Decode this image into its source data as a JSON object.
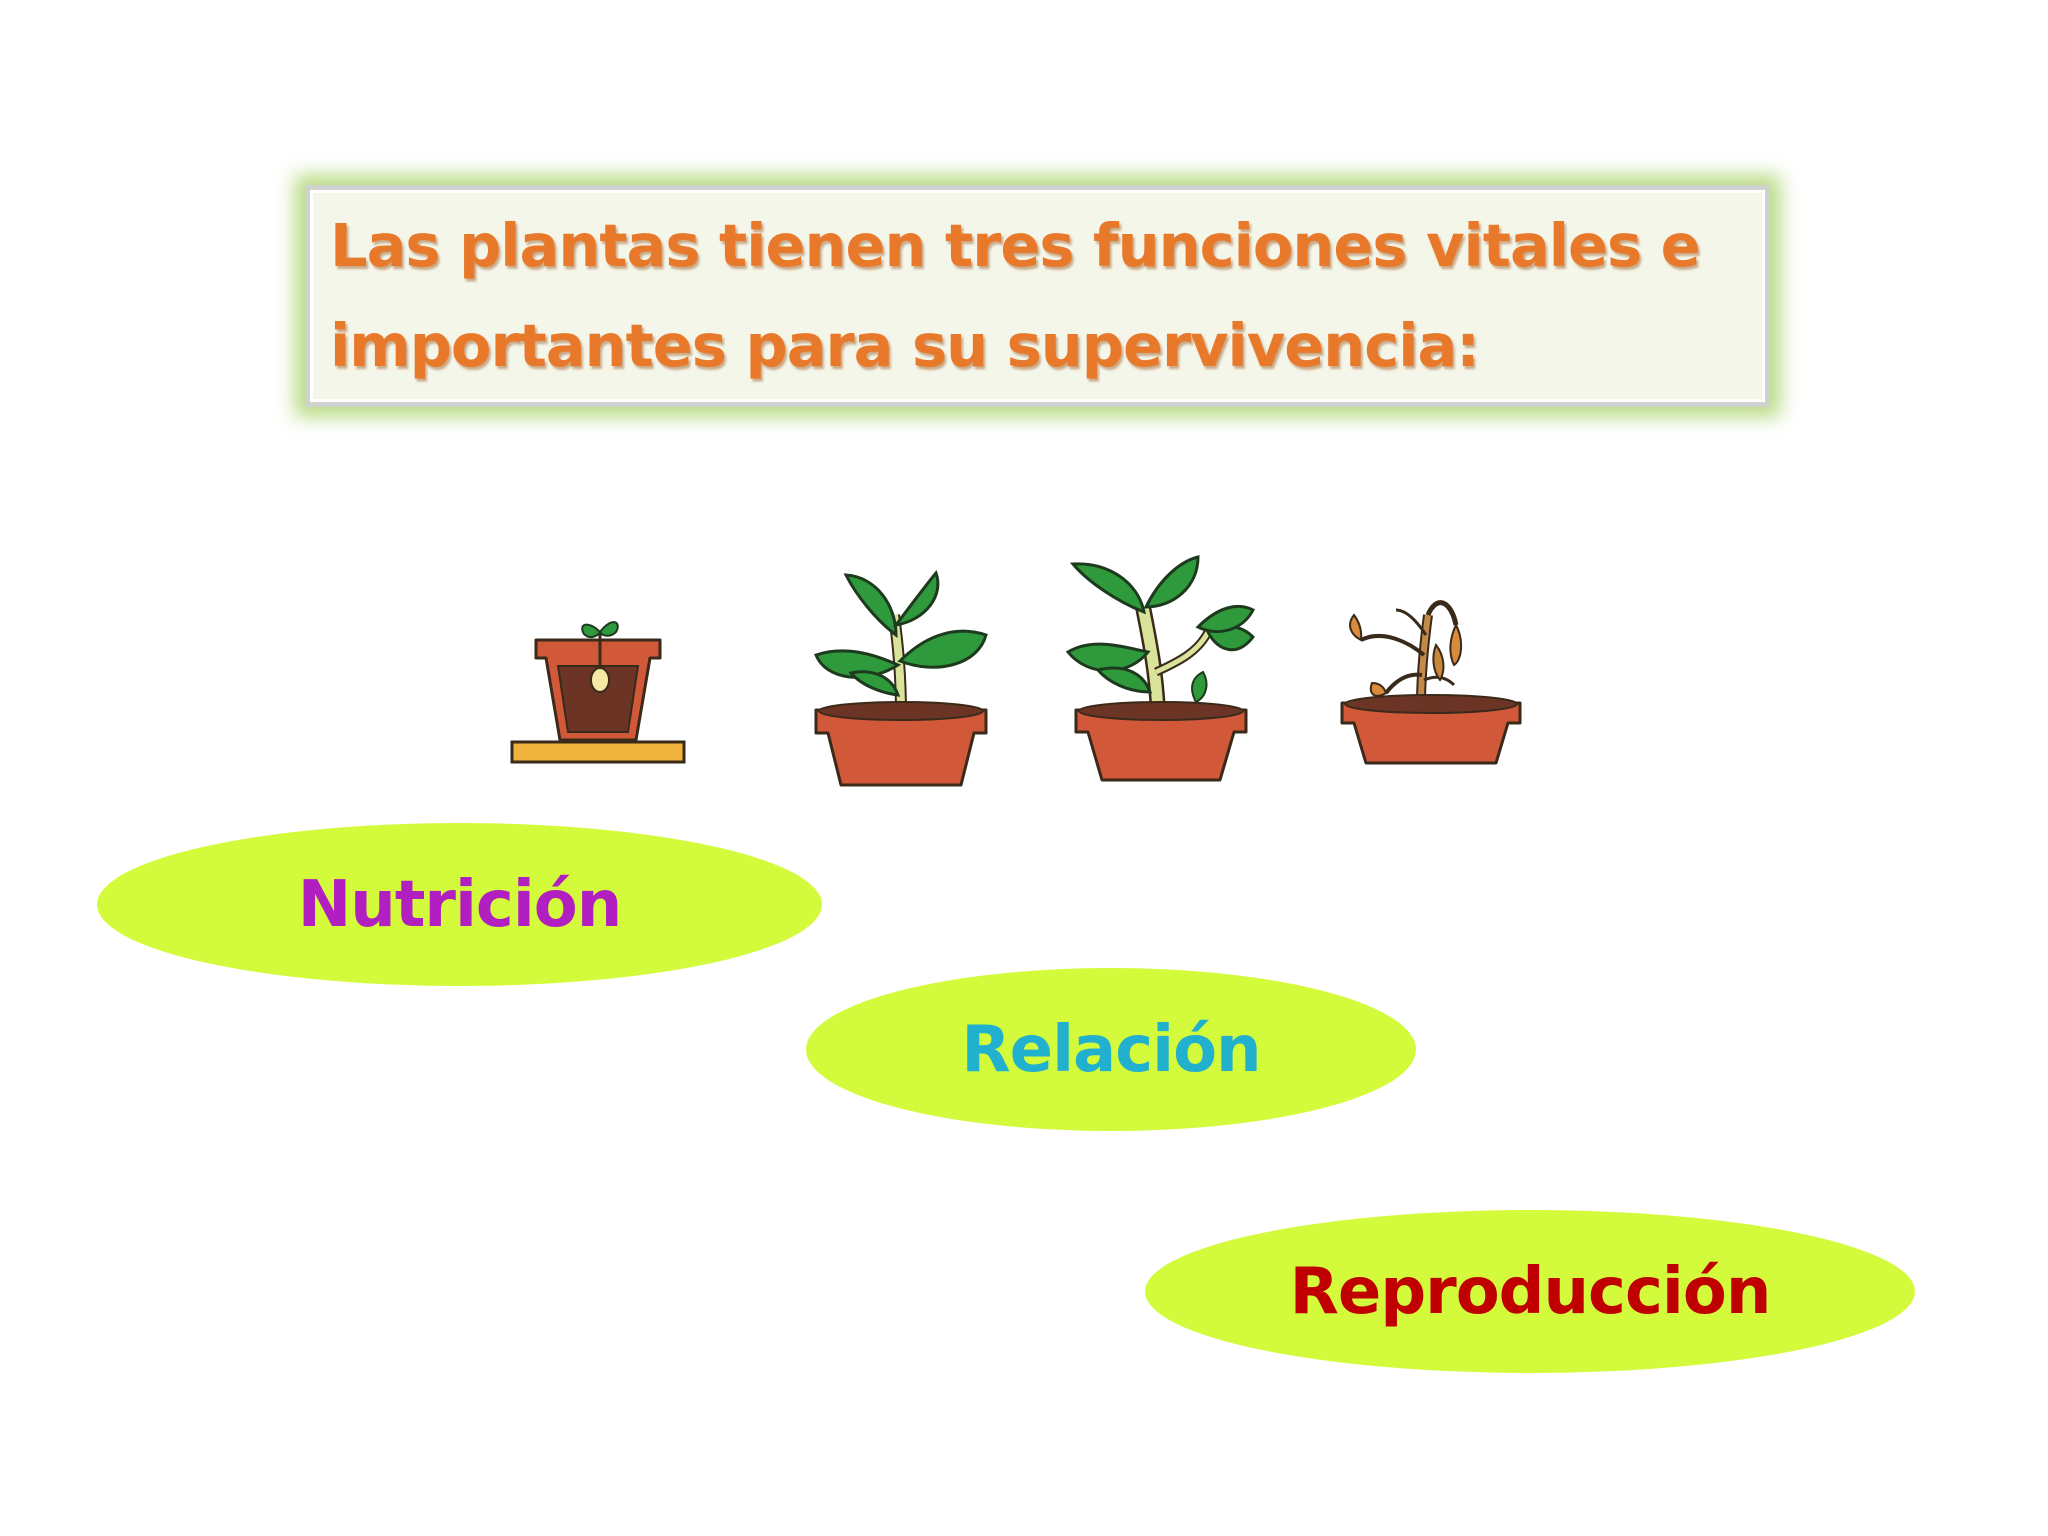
{
  "title": {
    "line1": "Las plantas tienen tres funciones vitales e",
    "line2": "importantes para su supervivencia:"
  },
  "functions": [
    {
      "label": "Nutrición",
      "color": "#b21fc0"
    },
    {
      "label": "Relación",
      "color": "#22b0cf"
    },
    {
      "label": "Reproducción",
      "color": "#c00000"
    }
  ],
  "plants": [
    {
      "name": "seedling-pot-icon"
    },
    {
      "name": "young-plant-pot-icon"
    },
    {
      "name": "mature-plant-pot-icon"
    },
    {
      "name": "wilted-plant-pot-icon"
    }
  ],
  "colors": {
    "title_text": "#e8782a",
    "pill_fill": "#d3fb3b",
    "pot": "#d2583a",
    "leaf": "#2e9a3c"
  }
}
